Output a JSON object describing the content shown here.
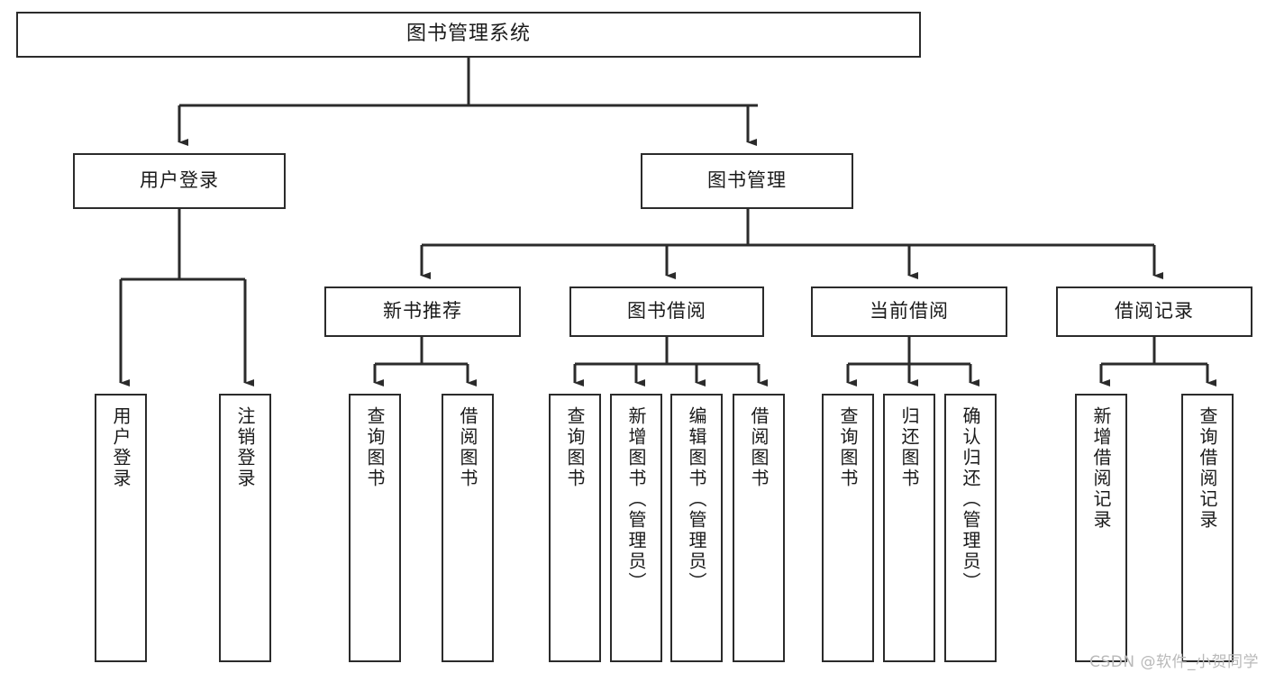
{
  "diagram": {
    "title": "图书管理系统",
    "watermark": "CSDN @软件_小贺同学",
    "colors": {
      "box_border": "#2b2b2b",
      "box_fill": "#ffffff",
      "connector": "#2b2b2b",
      "text": "#1a1a1a",
      "watermark": "#b9b9b9"
    },
    "nodes": {
      "root": {
        "label": "图书管理系统",
        "level": 1
      },
      "level2": [
        {
          "label": "用户登录"
        },
        {
          "label": "图书管理"
        }
      ],
      "level3": [
        {
          "label": "新书推荐"
        },
        {
          "label": "图书借阅"
        },
        {
          "label": "当前借阅"
        },
        {
          "label": "借阅记录"
        }
      ],
      "leaves": {
        "user_login": [
          {
            "label": "用户登录"
          },
          {
            "label": "注销登录"
          }
        ],
        "new_book_recommend": [
          {
            "label": "查询图书"
          },
          {
            "label": "借阅图书"
          }
        ],
        "book_borrow": [
          {
            "label": "查询图书"
          },
          {
            "label": "新增图书（管理员）"
          },
          {
            "label": "编辑图书（管理员）"
          },
          {
            "label": "借阅图书"
          }
        ],
        "current_borrow": [
          {
            "label": "查询图书"
          },
          {
            "label": "归还图书"
          },
          {
            "label": "确认归还（管理员）"
          }
        ],
        "borrow_record": [
          {
            "label": "新增借阅记录"
          },
          {
            "label": "查询借阅记录"
          }
        ]
      }
    }
  }
}
